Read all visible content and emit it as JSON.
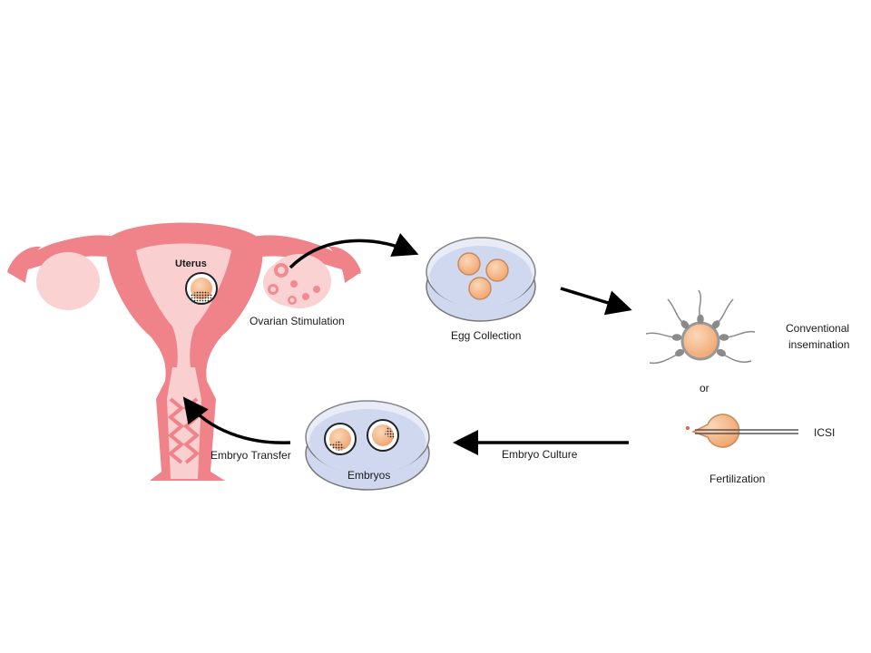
{
  "labels": {
    "uterus": "Uterus",
    "ovarian_stimulation": "Ovarian Stimulation",
    "egg_collection": "Egg Collection",
    "conventional_insemination_line1": "Conventional",
    "conventional_insemination_line2": "insemination",
    "or": "or",
    "icsi": "ICSI",
    "fertilization": "Fertilization",
    "embryo_culture": "Embryo Culture",
    "embryos": "Embryos",
    "embryo_transfer": "Embryo Transfer"
  },
  "colors": {
    "uterus_outer": "#f0838a",
    "uterus_inner": "#f9cfcf",
    "ovary": "#fbd2d2",
    "follicle": "#f28a92",
    "dish_fill": "#cfd8ee",
    "dish_rim": "#e6ebf7",
    "egg": "#f5b98a",
    "egg_edge": "#c98a5f",
    "arrow": "#000000",
    "sperm": "#8a8a8a"
  },
  "icons": [
    "uterus-illustration",
    "ovary-icon",
    "petri-dish-icon",
    "egg-cell-icon",
    "sperm-icon",
    "icsi-pipette-icon",
    "embryo-icon"
  ]
}
